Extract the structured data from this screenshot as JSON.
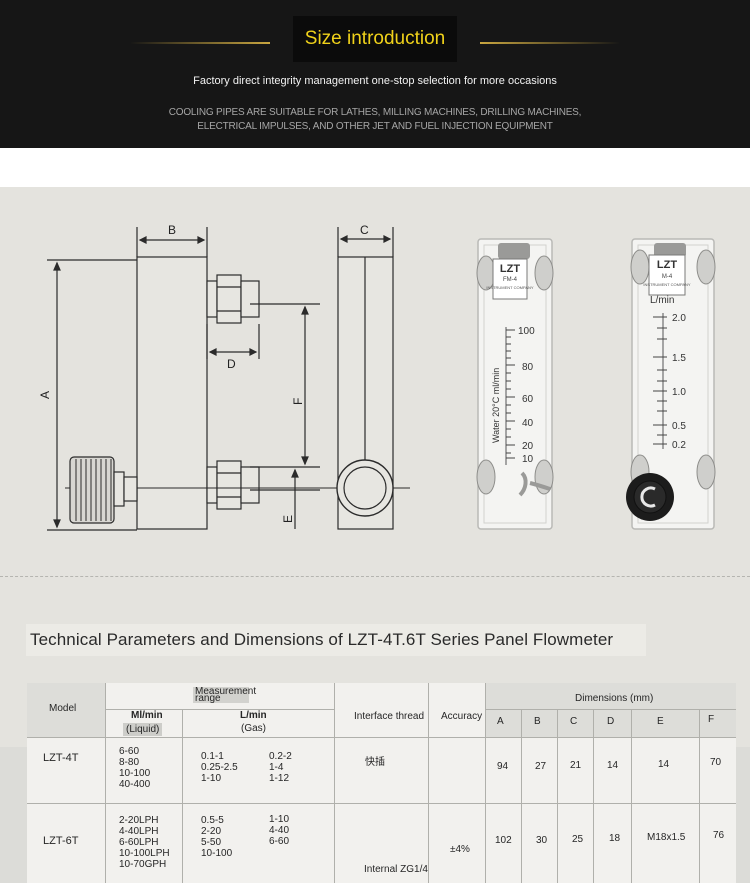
{
  "header": {
    "title": "Size introduction",
    "subtitle": "Factory direct integrity management one-stop selection for more occasions",
    "note_line1": "COOLING PIPES ARE SUITABLE FOR LATHES, MILLING MACHINES, DRILLING MACHINES,",
    "note_line2": "ELECTRICAL IMPULSES, AND OTHER JET AND FUEL INJECTION EQUIPMENT"
  },
  "drawing": {
    "labels": {
      "a": "A",
      "b": "B",
      "c": "C",
      "d": "D",
      "e": "E",
      "f": "F"
    }
  },
  "flowmeters": {
    "left": {
      "brand": "LZT",
      "model": "FM-4",
      "maker": "INSTRUMENT COMPANY",
      "scale": [
        "100",
        "80",
        "60",
        "40",
        "20",
        "10"
      ],
      "side_label": "Water 20°C ml/min"
    },
    "right": {
      "brand": "LZT",
      "model": "M-4",
      "maker": "INSTRUMENT COMPANY",
      "unit": "L/min",
      "scale": [
        "2.0",
        "1.5",
        "1.0",
        "0.5",
        "0.2"
      ]
    }
  },
  "section_title": "Technical Parameters and Dimensions of LZT-4T.6T Series Panel Flowmeter",
  "table": {
    "col_model": "Model",
    "measurement_range": "Measurement range",
    "ml_min": "Ml/min",
    "liquid": "(Liquid)",
    "l_min": "L/min",
    "gas": "(Gas)",
    "interface_thread": "Interface thread",
    "accuracy": "Accuracy",
    "dimensions": "Dimensions (mm)",
    "dim_headers": [
      "A",
      "B",
      "C",
      "D",
      "E",
      "F"
    ],
    "accuracy_value": "±4%",
    "internal_thread": "Internal ZG1/4",
    "rows": [
      {
        "model": "LZT-4T",
        "liquid": [
          "6-60",
          "8-80",
          "10-100",
          "40-400"
        ],
        "gas_a": [
          "0.1-1",
          "0.25-2.5",
          "1-10"
        ],
        "gas_b": [
          "0.2-2",
          "1-4",
          "1-12"
        ],
        "thread": "快插",
        "dims": [
          "94",
          "27",
          "21",
          "14",
          "14",
          "70"
        ]
      },
      {
        "model": "LZT-6T",
        "liquid": [
          "2-20LPH",
          "4-40LPH",
          "6-60LPH",
          "10-100LPH",
          "10-70GPH"
        ],
        "gas_a": [
          "0.5-5",
          "2-20",
          "5-50",
          "10-100"
        ],
        "gas_b": [
          "1-10",
          "4-40",
          "6-60"
        ],
        "thread": "",
        "dims": [
          "102",
          "30",
          "25",
          "18",
          "M18x1.5",
          "76"
        ]
      }
    ]
  }
}
